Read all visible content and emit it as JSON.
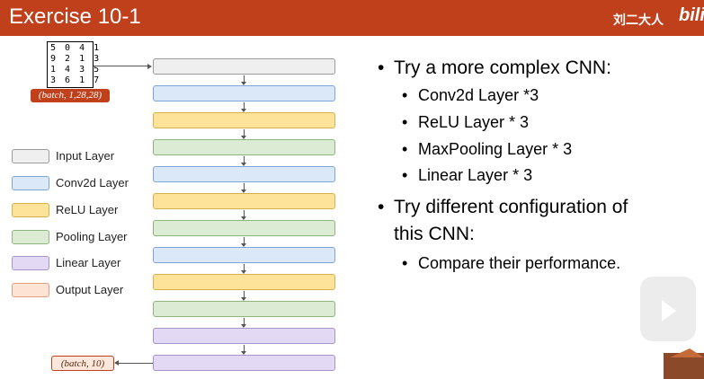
{
  "header": {
    "title": "Exercise 10-1",
    "watermark": "刘二大人",
    "logo": "bili"
  },
  "input_image": {
    "rows": [
      "5 0 4 1",
      "9 2 1 3",
      "1 4 3 5",
      "3 6 1 7"
    ]
  },
  "input_shape": "(batch, 1,28,28)",
  "output_shape": "(batch, 10)",
  "layers": [
    "input",
    "conv",
    "relu",
    "pool",
    "conv",
    "relu",
    "pool",
    "conv",
    "relu",
    "pool",
    "linear",
    "linear"
  ],
  "legend": [
    {
      "label": "Input Layer",
      "color": "#efefef"
    },
    {
      "label": "Conv2d Layer",
      "color": "#dae8f8"
    },
    {
      "label": "ReLU Layer",
      "color": "#fde29a"
    },
    {
      "label": "Pooling Layer",
      "color": "#dcebd3"
    },
    {
      "label": "Linear Layer",
      "color": "#e3d9f4"
    },
    {
      "label": "Output Layer",
      "color": "#fde3d3"
    }
  ],
  "bullets": {
    "main1": "Try a more complex CNN:",
    "sub1": [
      "Conv2d Layer *3",
      "ReLU Layer * 3",
      "MaxPooling Layer * 3",
      "Linear Layer * 3"
    ],
    "main2_line1": "Try different configuration of",
    "main2_line2": "this CNN:",
    "sub2": [
      "Compare their performance."
    ]
  },
  "colors": {
    "accent": "#c0401c"
  }
}
